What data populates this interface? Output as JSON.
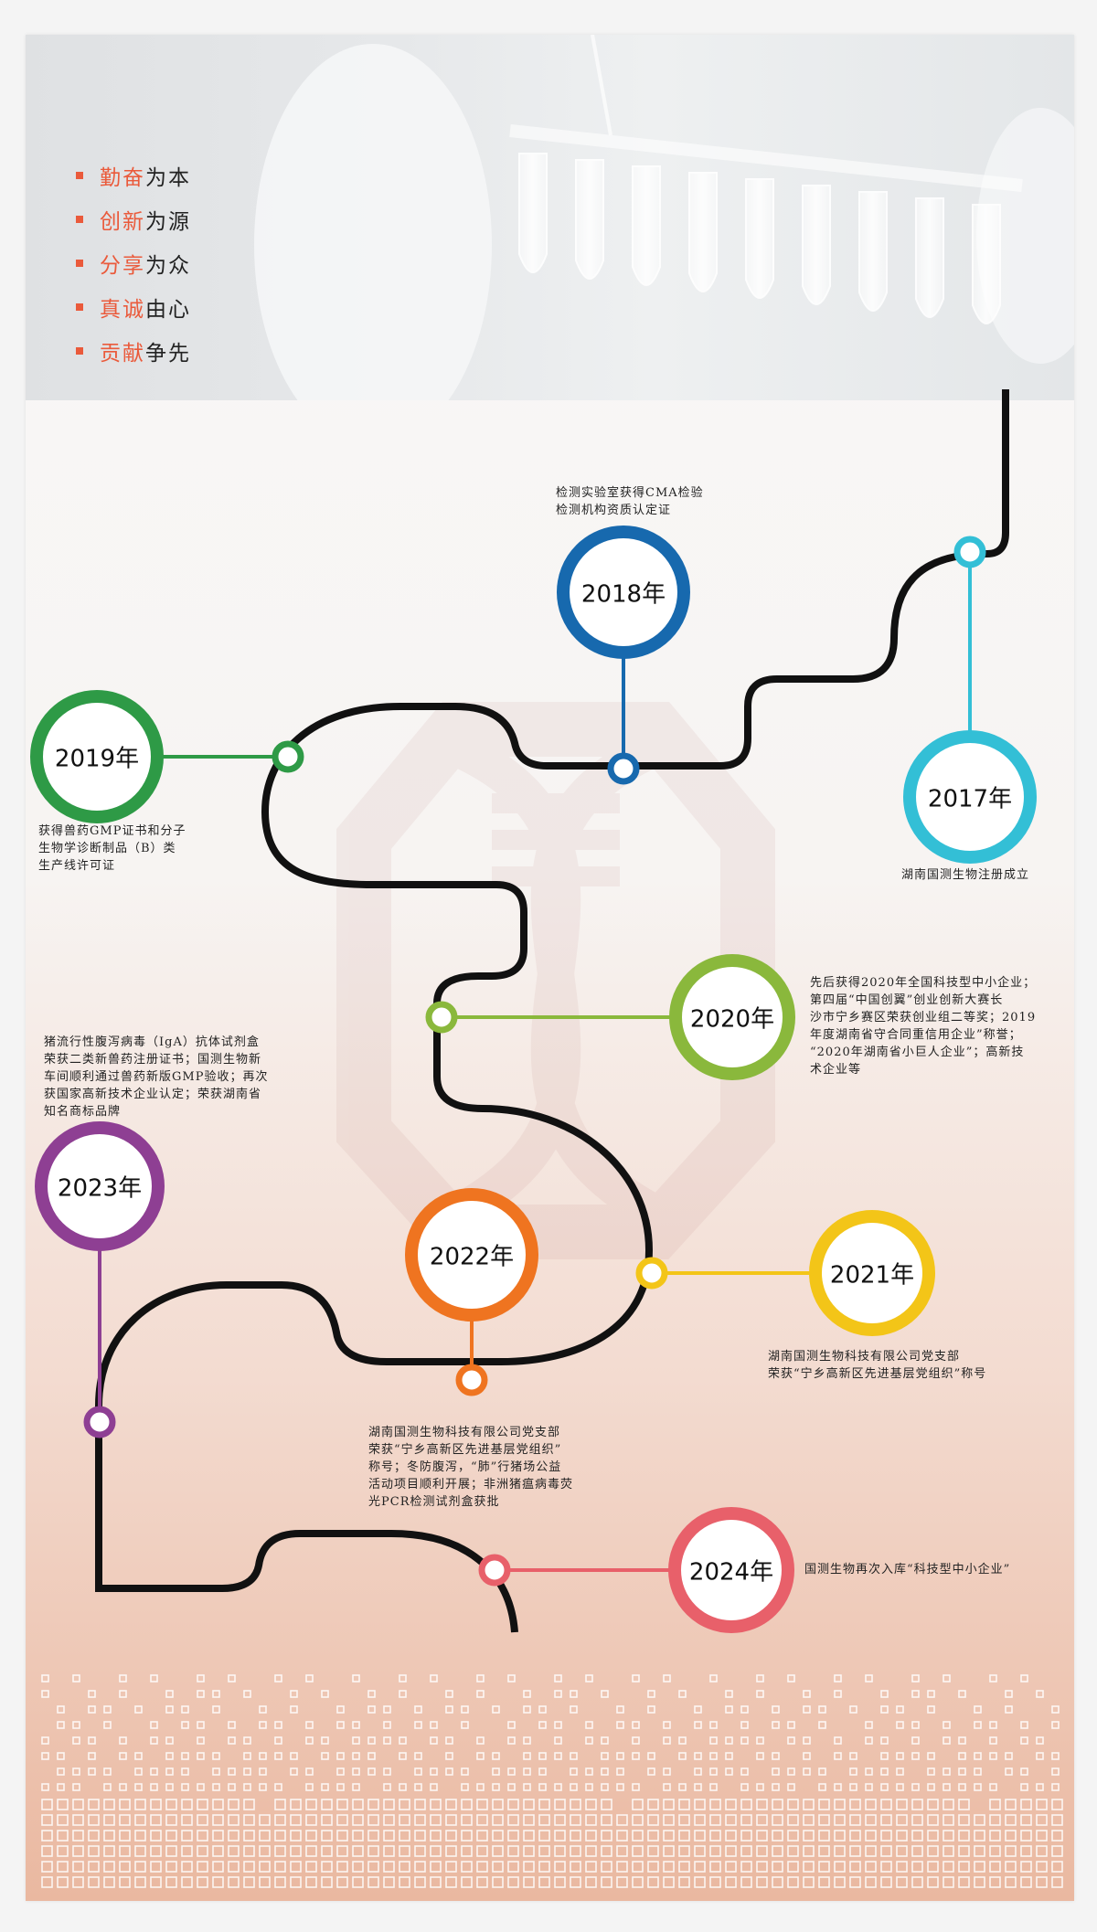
{
  "values": [
    {
      "accent": "勤奋",
      "rest": "为本"
    },
    {
      "accent": "创新",
      "rest": "为源"
    },
    {
      "accent": "分享",
      "rest": "为众"
    },
    {
      "accent": "真诚",
      "rest": "由心"
    },
    {
      "accent": "贡献",
      "rest": "争先"
    }
  ],
  "colors": {
    "accent": "#ea5a3b",
    "path": "#111111",
    "y2017": "#33bfd6",
    "y2018": "#1769ae",
    "y2019": "#2e9a46",
    "y2020": "#8ab83c",
    "y2021": "#f3c518",
    "y2022": "#ef7420",
    "y2023": "#8e3f93",
    "y2024": "#e8606a"
  },
  "milestones": [
    {
      "key": "y2017",
      "year": "2017年",
      "desc": "湖南国测生物注册成立"
    },
    {
      "key": "y2018",
      "year": "2018年",
      "desc": "检测实验室获得CMA检验\n检测机构资质认定证"
    },
    {
      "key": "y2019",
      "year": "2019年",
      "desc": "获得兽药GMP证书和分子\n生物学诊断制品（B）类\n生产线许可证"
    },
    {
      "key": "y2020",
      "year": "2020年",
      "desc": "先后获得2020年全国科技型中小企业；\n第四届“中国创翼”创业创新大赛长\n沙市宁乡赛区荣获创业组二等奖；2019\n年度湖南省守合同重信用企业”称誉；\n“2020年湖南省小巨人企业”；高新技\n术企业等"
    },
    {
      "key": "y2021",
      "year": "2021年",
      "desc": "湖南国测生物科技有限公司党支部\n荣获“宁乡高新区先进基层党组织”称号"
    },
    {
      "key": "y2022",
      "year": "2022年",
      "desc": "湖南国测生物科技有限公司党支部\n荣获“宁乡高新区先进基层党组织”\n称号；冬防腹泻，“肺”行猪场公益\n活动项目顺利开展；非洲猪瘟病毒荧\n光PCR检测试剂盒获批"
    },
    {
      "key": "y2023",
      "year": "2023年",
      "desc": "猪流行性腹泻病毒（IgA）抗体试剂盒\n荣获二类新兽药注册证书；国测生物新\n车间顺利通过兽药新版GMP验收；再次\n获国家高新技术企业认定；荣获湖南省\n知名商标品牌"
    },
    {
      "key": "y2024",
      "year": "2024年",
      "desc": "国测生物再次入库“科技型中小企业”"
    }
  ]
}
